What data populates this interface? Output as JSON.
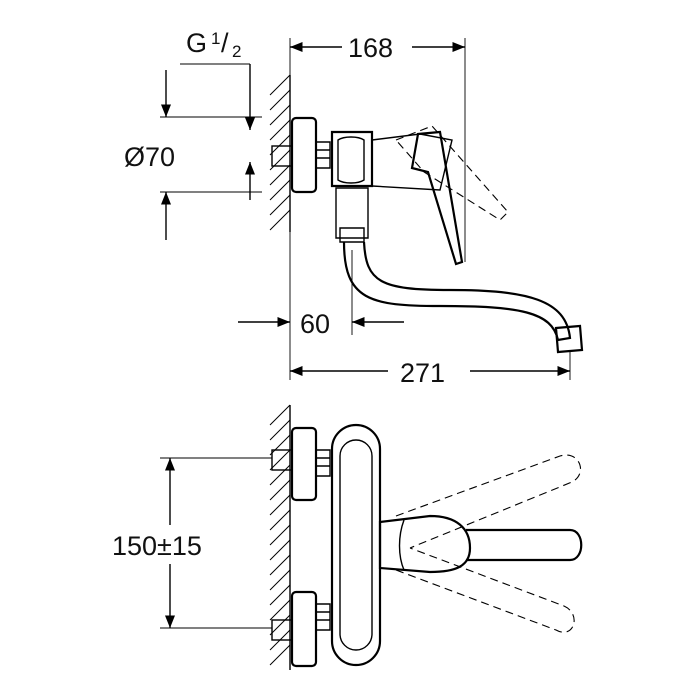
{
  "top_view": {
    "thread_label": {
      "prefix": "G",
      "numerator": "1",
      "slash": "/",
      "denominator": "2"
    },
    "diameter_label": "Ø70",
    "width_label": "168",
    "spout_offset_label": "60",
    "reach_label": "271"
  },
  "front_view": {
    "spacing_label": "150±15"
  },
  "colors": {
    "line": "#000000",
    "background": "#ffffff"
  }
}
